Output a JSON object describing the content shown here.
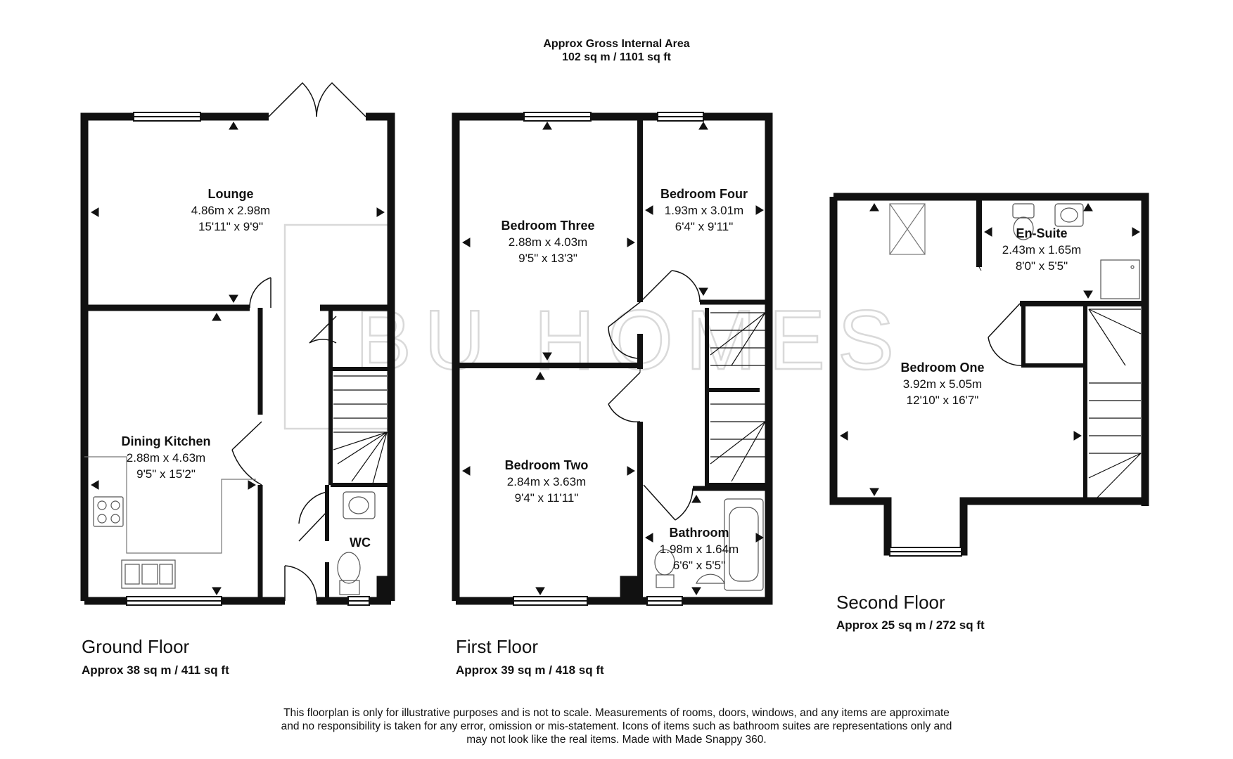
{
  "header": {
    "title": "Approx Gross Internal Area",
    "area": "102 sq m / 1101 sq ft"
  },
  "watermark": "BU HOMES",
  "floors": [
    {
      "label": "Ground Floor",
      "area": "Approx 38 sq m / 411 sq ft",
      "rooms": [
        {
          "name": "Lounge",
          "metric": "4.86m x 2.98m",
          "imperial": "15'11\" x 9'9\""
        },
        {
          "name": "Dining Kitchen",
          "metric": "2.88m x 4.63m",
          "imperial": "9'5\" x 15'2\""
        },
        {
          "name": "WC",
          "metric": "",
          "imperial": ""
        }
      ]
    },
    {
      "label": "First Floor",
      "area": "Approx 39 sq m / 418 sq ft",
      "rooms": [
        {
          "name": "Bedroom Three",
          "metric": "2.88m x 4.03m",
          "imperial": "9'5\" x 13'3\""
        },
        {
          "name": "Bedroom Four",
          "metric": "1.93m x 3.01m",
          "imperial": "6'4\" x 9'11\""
        },
        {
          "name": "Bedroom Two",
          "metric": "2.84m x 3.63m",
          "imperial": "9'4\" x 11'11\""
        },
        {
          "name": "Bathroom",
          "metric": "1.98m x 1.64m",
          "imperial": "6'6\" x 5'5\""
        }
      ]
    },
    {
      "label": "Second Floor",
      "area": "Approx 25 sq m / 272 sq ft",
      "rooms": [
        {
          "name": "En-Suite",
          "metric": "2.43m x 1.65m",
          "imperial": "8'0\" x 5'5\""
        },
        {
          "name": "Bedroom One",
          "metric": "3.92m x 5.05m",
          "imperial": "12'10\" x 16'7\""
        }
      ]
    }
  ],
  "disclaimer": {
    "line1": "This floorplan is only for illustrative purposes and is not to scale. Measurements of rooms, doors, windows, and any items are approximate",
    "line2": "and no responsibility is taken for any error, omission or mis-statement. Icons of items such as bathroom suites are representations only and",
    "line3": "may not look like the real items. Made with Made Snappy 360."
  },
  "colors": {
    "wall": "#111111",
    "watermark": "#d9d9d9",
    "fixture": "#777777"
  }
}
